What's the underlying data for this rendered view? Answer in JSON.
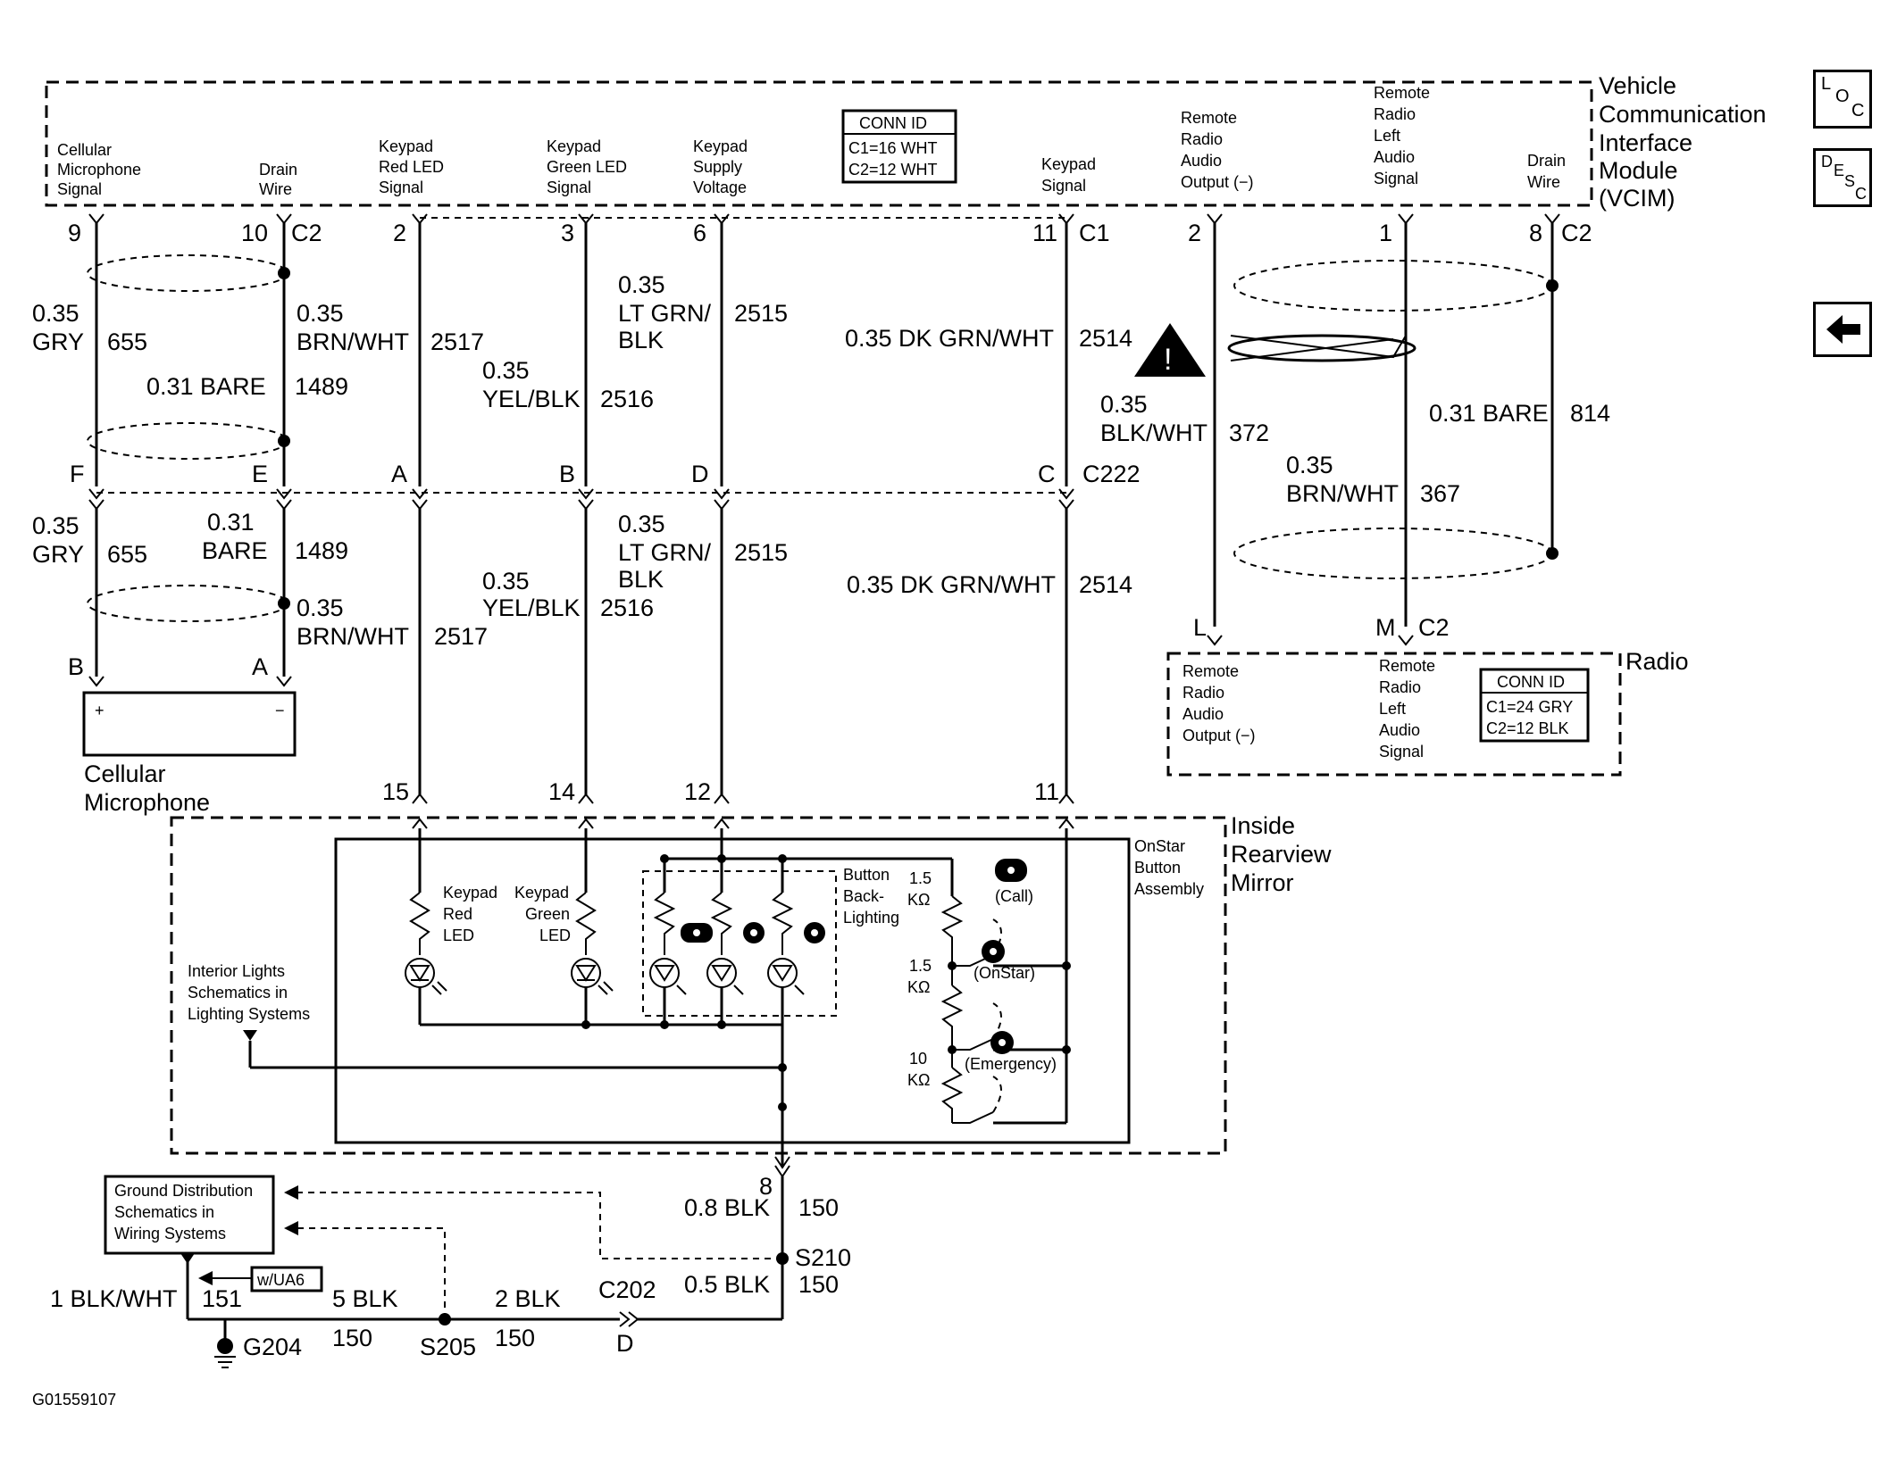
{
  "vcim": {
    "title_lines": [
      "Vehicle",
      "Communication",
      "Interface",
      "Module",
      "(VCIM)"
    ],
    "conn_id": {
      "header": "CONN ID",
      "line1": "C1=16 WHT",
      "line2": "C2=12 WHT"
    },
    "pin_labels": [
      [
        "Cellular",
        "Microphone",
        "Signal"
      ],
      [
        "Drain",
        "Wire"
      ],
      [
        "Keypad",
        "Red LED",
        "Signal"
      ],
      [
        "Keypad",
        "Green LED",
        "Signal"
      ],
      [
        "Keypad",
        "Supply",
        "Voltage"
      ],
      [
        "Keypad",
        "Signal"
      ],
      [
        "Remote",
        "Radio",
        "Audio",
        "Output (−)"
      ],
      [
        "Remote",
        "Radio",
        "Left",
        "Audio",
        "Signal"
      ],
      [
        "Drain",
        "Wire"
      ]
    ],
    "pins": [
      "9",
      "10",
      "C2",
      "2",
      "3",
      "6",
      "11",
      "C1",
      "2",
      "1",
      "8",
      "C2"
    ]
  },
  "wires_upper": [
    {
      "gauge": "0.35",
      "color": "GRY",
      "circuit": "655"
    },
    {
      "gauge": "0.35",
      "color": "BRN/WHT",
      "circuit": "2517"
    },
    {
      "gauge": "0.31 BARE",
      "circuit": "1489"
    },
    {
      "gauge": "0.35",
      "color": "YEL/BLK",
      "circuit": "2516"
    },
    {
      "gauge": "0.35",
      "color": "LT GRN/",
      "color2": "BLK",
      "circuit": "2515"
    },
    {
      "label": "0.35 DK GRN/WHT",
      "circuit": "2514"
    },
    {
      "gauge": "0.35",
      "color": "BLK/WHT",
      "circuit": "372"
    },
    {
      "gauge": "0.35",
      "color": "BRN/WHT",
      "circuit": "367"
    },
    {
      "gauge": "0.31 BARE",
      "circuit": "814"
    }
  ],
  "c222": {
    "pins": [
      "F",
      "E",
      "A",
      "B",
      "D",
      "C"
    ],
    "label": "C222"
  },
  "wires_lower": [
    {
      "gauge": "0.35",
      "color": "GRY",
      "circuit": "655"
    },
    {
      "gauge": "0.31",
      "color": "BARE",
      "circuit": "1489"
    },
    {
      "gauge": "0.35",
      "color": "BRN/WHT",
      "circuit": "2517"
    },
    {
      "gauge": "0.35",
      "color": "YEL/BLK",
      "circuit": "2516"
    },
    {
      "gauge": "0.35",
      "color": "LT GRN/",
      "color2": "BLK",
      "circuit": "2515"
    },
    {
      "label": "0.35 DK GRN/WHT",
      "circuit": "2514"
    }
  ],
  "microphone": {
    "pins": [
      "B",
      "A"
    ],
    "plus": "+",
    "minus": "−",
    "label": [
      "Cellular",
      "Microphone"
    ]
  },
  "radio": {
    "pins": [
      "L",
      "M",
      "C2"
    ],
    "title": "Radio",
    "pin_labels": [
      [
        "Remote",
        "Radio",
        "Audio",
        "Output (−)"
      ],
      [
        "Remote",
        "Radio",
        "Left",
        "Audio",
        "Signal"
      ]
    ],
    "conn_id": {
      "header": "CONN ID",
      "line1": "C1=24 GRY",
      "line2": "C2=12 BLK"
    }
  },
  "mirror": {
    "title": [
      "Inside",
      "Rearview",
      "Mirror"
    ],
    "pins": [
      "15",
      "14",
      "12",
      "11"
    ],
    "red_led": [
      "Keypad",
      "Red",
      "LED"
    ],
    "green_led": [
      "Keypad",
      "Green",
      "LED"
    ],
    "backlighting": [
      "Button",
      "Back-",
      "Lighting"
    ],
    "onstar_assembly": [
      "OnStar",
      "Button",
      "Assembly"
    ],
    "resistors": [
      [
        "1.5",
        "KΩ"
      ],
      [
        "1.5",
        "KΩ"
      ],
      [
        "10",
        "KΩ"
      ]
    ],
    "buttons": [
      "(Call)",
      "(OnStar)",
      "(Emergency)"
    ],
    "interior_lights": [
      "Interior Lights",
      "Schematics in",
      "Lighting Systems"
    ],
    "ground_pin": "8"
  },
  "ground": {
    "dist_box": [
      "Ground Distribution",
      "Schematics in",
      "Wiring Systems"
    ],
    "option": "w/UA6",
    "w1": {
      "label": "0.8 BLK",
      "circuit": "150"
    },
    "splice1": "S210",
    "w2": {
      "label": "0.5 BLK",
      "circuit": "150"
    },
    "connector": "C202",
    "connector_pin": "D",
    "w3": {
      "label": "2 BLK",
      "circuit": "150"
    },
    "splice2": "S205",
    "w4": {
      "label": "5 BLK",
      "circuit": "150"
    },
    "w5": {
      "label": "1 BLK/WHT",
      "circuit": "151"
    },
    "ground_point": "G204"
  },
  "figure_id": "G01559107",
  "nav": {
    "loc": [
      "L",
      "O",
      "C"
    ],
    "desc": [
      "D",
      "E",
      "S",
      "C"
    ]
  }
}
